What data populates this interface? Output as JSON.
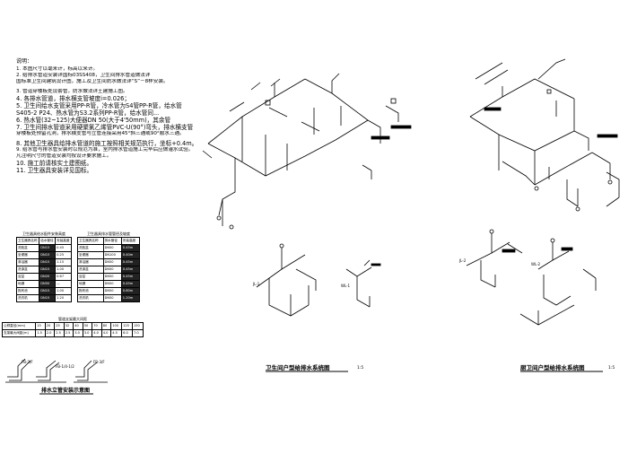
{
  "notes": {
    "heading": "说明：",
    "lines": [
      "1. 本图尺寸以毫米计，标高以米计。",
      "2. 给排水管道安装详国标03SS408，卫生间排水管道做法详",
      "   国标准卫生间建筑设计图，施工及卫生间防水做法详“S”－8样安装。",
      "3. 管道穿楼板处设套管，防水做法详土建施工图。",
      "4. 各排水管道，排水横支管坡度i=0.026；",
      "5. 卫生间给水支管采用PP-R管，冷水管为S4管PP-R管，给水管",
      "   S405-2 P24、热水管为S3.2系列PP-R管，给水管同...",
      "6. 热水管(32~125)大便器DN 50(大于4'50mm)，其余管",
      "7. 卫生间排水管道采用硬聚氯乙烯管PVC-U(90°)弯头，排水横支管",
      "   穿楼板处预留孔洞，排水横支管与立管连接采用45°斜三通或90°顺水三通。",
      "8. 其他卫生器具给排水管道的施工按照相关规范执行，坐标+0.4m。",
      "9. 给水管与排水管安装时以规范为准，室内排水管道施工完毕后应做灌水试验。",
      "   凡注明尺寸的管道安装均按设计要求施工。",
      "10. 施工前请核实土建图纸。",
      "11. 卫生器具安装详见国标。"
    ]
  },
  "table_left": {
    "caption": "卫生器具给水配件安装高度",
    "headers": [
      "卫生器具名称",
      "给水管径",
      "安装高度"
    ],
    "rows": [
      [
        "洗脸盆",
        "DN15",
        "0.45"
      ],
      [
        "坐便器",
        "DN15",
        "0.25"
      ],
      [
        "淋浴器",
        "DN15",
        "1.15"
      ],
      [
        "洗涤盆",
        "DN15",
        "1.00"
      ],
      [
        "浴盆",
        "DN20",
        "0.67"
      ],
      [
        "地漏",
        "DN50",
        "—"
      ],
      [
        "拖布池",
        "DN15",
        "1.00"
      ],
      [
        "洗衣机",
        "DN15",
        "1.20"
      ]
    ]
  },
  "table_mid": {
    "caption": "卫生器具排水管管径及坡度",
    "headers": [
      "卫生器具名称",
      "排水管径",
      "安装高度"
    ],
    "rows": [
      [
        "洗脸盆",
        "DN50",
        "0.45m"
      ],
      [
        "坐便器",
        "DN100",
        "0.40m"
      ],
      [
        "淋浴器",
        "DN50",
        "0.45m"
      ],
      [
        "洗涤盆",
        "DN50",
        "0.45m"
      ],
      [
        "浴盆",
        "DN50",
        "0.45m"
      ],
      [
        "地漏",
        "DN50",
        "0.45m"
      ],
      [
        "拖布池",
        "DN50",
        "0.80m"
      ],
      [
        "洗衣机",
        "DN50",
        "1.20m"
      ]
    ]
  },
  "table_bottom": {
    "caption": "管道支架最大间距",
    "rows": [
      [
        "公称直径(mm)",
        "15",
        "20",
        "25",
        "32",
        "40",
        "50",
        "70",
        "80",
        "100",
        "125",
        "150"
      ],
      [
        "支架最大间距(m)",
        "1.5",
        "2.0",
        "2.5",
        "2.5",
        "3.0",
        "3.0",
        "4.0",
        "4.0",
        "4.5",
        "6.0",
        "7.0"
      ]
    ]
  },
  "details": {
    "labels": [
      "FB-2/F",
      "FB-1/4-1/2",
      "FB-3/F"
    ],
    "title": "排水立管安装示意图"
  },
  "drawings": {
    "left_title": "卫生间户型给排水系统图",
    "left_scale": "1:5",
    "right_title": "厨卫间户型给排水系统图",
    "right_scale": "1:5",
    "small_labels": {
      "a": "JL-1",
      "b": "WL-1",
      "c": "JL-2",
      "d": "WL-2"
    }
  }
}
